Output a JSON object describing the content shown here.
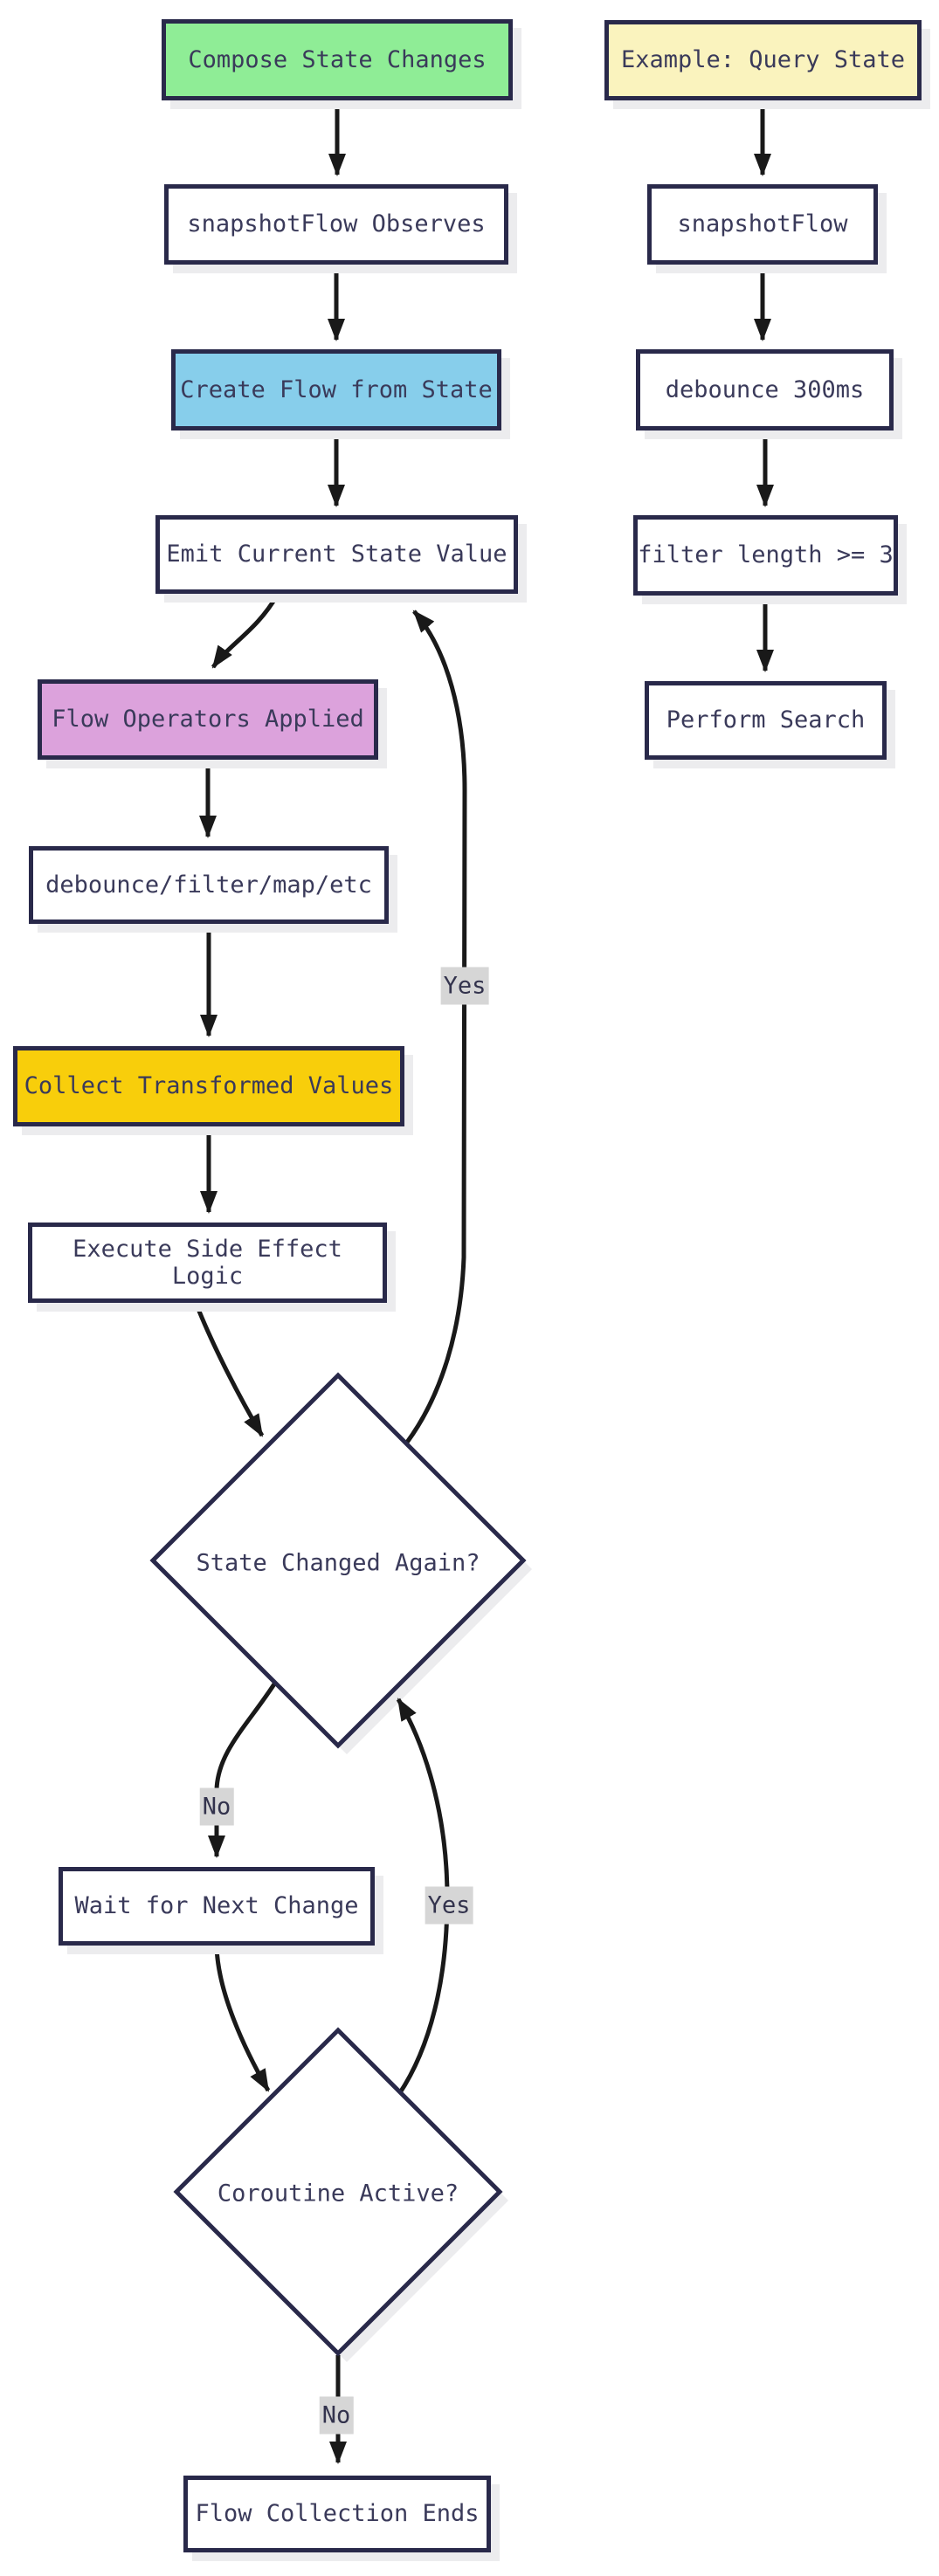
{
  "diagram": {
    "type": "flowchart",
    "nodes": {
      "compose": {
        "label": "Compose State Changes",
        "fill": "#8FED96"
      },
      "observes": {
        "label": "snapshotFlow Observes",
        "fill": "#ffffff"
      },
      "create": {
        "label": "Create Flow from State",
        "fill": "#87CEEB"
      },
      "emit": {
        "label": "Emit Current State Value",
        "fill": "#ffffff"
      },
      "operators": {
        "label": "Flow Operators Applied",
        "fill": "#DCA2DC"
      },
      "opslist": {
        "label": "debounce/filter/map/etc",
        "fill": "#ffffff"
      },
      "collect": {
        "label": "Collect Transformed Values",
        "fill": "#F8CE0B"
      },
      "execute": {
        "label": "Execute Side Effect Logic",
        "fill": "#ffffff"
      },
      "changed": {
        "label": "State Changed Again?",
        "fill": "#ffffff"
      },
      "wait": {
        "label": "Wait for Next Change",
        "fill": "#ffffff"
      },
      "active": {
        "label": "Coroutine Active?",
        "fill": "#ffffff"
      },
      "ends": {
        "label": "Flow Collection Ends",
        "fill": "#ffffff"
      },
      "example": {
        "label": "Example: Query State",
        "fill": "#FAF3BE"
      },
      "snapflow": {
        "label": "snapshotFlow",
        "fill": "#ffffff"
      },
      "debounce": {
        "label": "debounce 300ms",
        "fill": "#ffffff"
      },
      "filter": {
        "label": "filter length >= 3",
        "fill": "#ffffff"
      },
      "search": {
        "label": "Perform Search",
        "fill": "#ffffff"
      }
    },
    "edge_labels": {
      "yes1": "Yes",
      "no1": "No",
      "yes2": "Yes",
      "no2": "No"
    },
    "colors": {
      "node_border": "#29294a",
      "node_text": "#3a3a5a",
      "edge_line": "#191919",
      "edge_label_bg": "#d6d6d6",
      "green": "#8FED96",
      "yellow": "#FAF3BE",
      "blue": "#87CEEB",
      "plum": "#DCA2DC",
      "gold": "#F8CE0B"
    }
  }
}
